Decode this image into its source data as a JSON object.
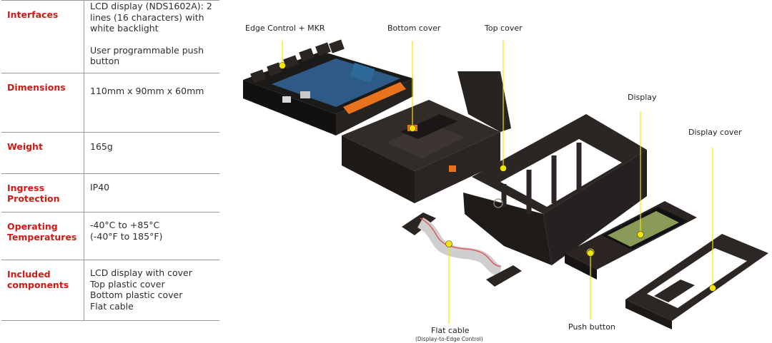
{
  "specs": [
    {
      "label": "Interfaces",
      "lines": [
        "LCD display (NDS1602A): 2",
        "lines (16 characters) with",
        "white backlight",
        "",
        "User programmable push",
        "button"
      ]
    },
    {
      "label": "Dimensions",
      "lines": [
        "110mm x 90mm x 60mm"
      ]
    },
    {
      "label": "Weight",
      "lines": [
        "165g"
      ]
    },
    {
      "label": "Ingress Protection",
      "lines": [
        "IP40"
      ]
    },
    {
      "label": "Operating Temperatures",
      "lines": [
        "-40°C  to  +85°C",
        "(-40°F to 185°F)"
      ]
    },
    {
      "label": "Included components",
      "lines": [
        "LCD display with cover",
        "Top plastic cover",
        "Bottom plastic cover",
        "Flat cable"
      ]
    }
  ],
  "diagram": {
    "callouts": {
      "edge_control": "Edge Control + MKR",
      "bottom_cover": "Bottom cover",
      "top_cover": "Top cover",
      "display": "Display",
      "display_cover": "Display cover",
      "flat_cable": "Flat cable",
      "flat_cable_sub": "(Display-to-Edge Control)",
      "push_button": "Push button"
    },
    "colors": {
      "label_red": "#d11a14",
      "callout": "#f2e600",
      "plastic": "#2a2523",
      "pcb": "#2d5a86",
      "terminal": "#e8731c",
      "lcd": "#8a9a58"
    }
  }
}
